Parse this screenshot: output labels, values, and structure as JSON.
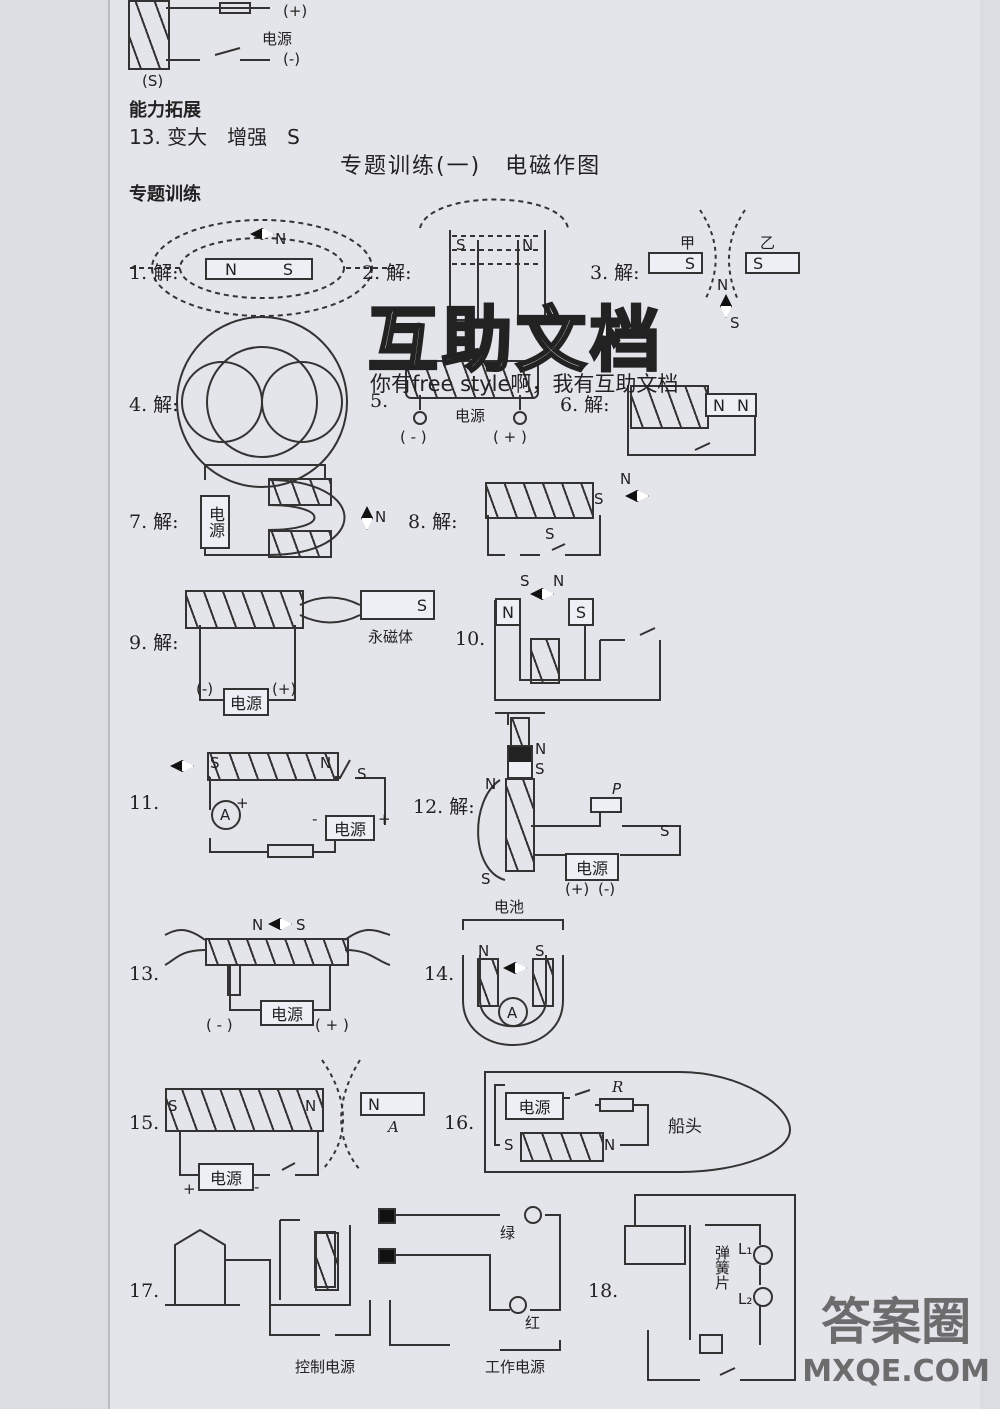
{
  "top": {
    "plus": "(+)",
    "source": "电源",
    "minus": "(-)",
    "pole_s": "(S)",
    "section": "能力拓展",
    "answer13": "13. 变大　增强　S"
  },
  "heading": "专题训练(一)　电磁作图",
  "subheading": "专题训练",
  "items": {
    "q1": "1. 解:",
    "q2": "2. 解:",
    "q3": "3. 解:",
    "q4": "4. 解:",
    "q5": "5.",
    "q6": "6. 解:",
    "q7": "7. 解:",
    "q8": "8. 解:",
    "q9": "9. 解:",
    "q10": "10.",
    "q11": "11.",
    "q12": "12. 解:",
    "q13": "13.",
    "q14": "14.",
    "q15": "15.",
    "q16": "16.",
    "q17": "17.",
    "q18": "18."
  },
  "labels": {
    "N": "N",
    "S": "S",
    "jia": "甲",
    "yi": "乙",
    "source": "电源",
    "minus": "( - )",
    "plus": "( + )",
    "minus_b": "(-)",
    "plus_b": "(+)",
    "permanent_magnet": "永磁体",
    "P": "P",
    "battery": "电池",
    "A": "A",
    "R": "R",
    "bow": "船头",
    "green": "绿",
    "red": "红",
    "control_source": "控制电源",
    "work_source": "工作电源",
    "L1": "L₁",
    "L2": "L₂",
    "spring": "弹簧片",
    "pos": "+",
    "neg": "-"
  },
  "watermark": {
    "title": "互助文档",
    "slogan": "你有free style啊，我有互助文档"
  },
  "corner_mark": {
    "title": "答案圈",
    "url": "MXQE.COM"
  }
}
